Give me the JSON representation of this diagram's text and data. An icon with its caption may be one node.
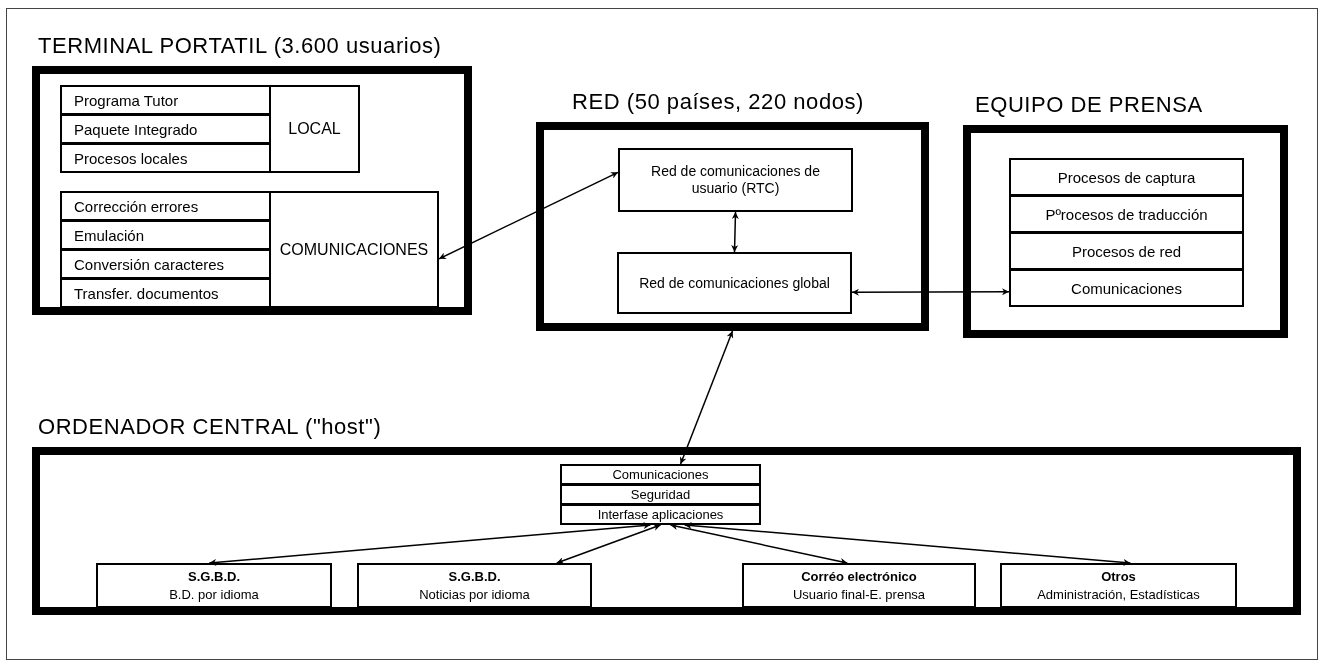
{
  "diagram": {
    "nodes": [
      {
        "text": [
          "TERMINAL PORTATIL (3.600 usuarios)"
        ]
      },
      {
        "text": [
          "LOCAL"
        ],
        "in": 0
      },
      {
        "text": [
          "Programa Tutor"
        ],
        "in": 1
      },
      {
        "text": [
          "Paquete Integrado"
        ],
        "in": 1
      },
      {
        "text": [
          "Procesos locales"
        ],
        "in": 1
      },
      {
        "text": [
          "COMUNICACIONES"
        ],
        "in": 0
      },
      {
        "text": [
          "Corrección errores"
        ],
        "in": 5
      },
      {
        "text": [
          "Emulación"
        ],
        "in": 5
      },
      {
        "text": [
          "Conversión caracteres"
        ],
        "in": 5
      },
      {
        "text": [
          "Transfer. documentos"
        ],
        "in": 5
      },
      {
        "text": [
          "RED (50 países, 220 nodos)"
        ]
      },
      {
        "text": [
          "Red de comunicaciones de usuario (RTC)"
        ],
        "in": 10
      },
      {
        "text": [
          "Red de comunicaciones global"
        ],
        "in": 10
      },
      {
        "text": [
          "EQUIPO DE PRENSA"
        ]
      },
      {
        "text": [
          "Procesos de captura"
        ],
        "in": 13
      },
      {
        "text": [
          "Pºrocesos de traducción"
        ],
        "in": 13
      },
      {
        "text": [
          "Procesos de red"
        ],
        "in": 13
      },
      {
        "text": [
          "Comunicaciones"
        ],
        "in": 13
      },
      {
        "text": [
          "ORDENADOR CENTRAL (\"host\")"
        ]
      },
      {
        "text": [],
        "shape": "box",
        "in": 18
      },
      {
        "text": [
          "Comunicaciones"
        ],
        "in": 19
      },
      {
        "text": [
          "Seguridad"
        ],
        "in": 19
      },
      {
        "text": [
          "Interfase aplicaciones"
        ],
        "in": 19
      },
      {
        "text": [
          "S.G.B.D.",
          "B.D. por idioma"
        ],
        "in": 18
      },
      {
        "text": [
          "S.G.B.D.",
          "Noticias por idioma"
        ],
        "in": 18
      },
      {
        "text": [
          "Corréo electrónico",
          "Usuario final-E. prensa"
        ],
        "in": 18
      },
      {
        "text": [
          "Otros",
          "Administración, Estadísticas"
        ],
        "in": 18
      }
    ],
    "edges": [
      {
        "from": 5,
        "to": 11,
        "arrow": "both"
      },
      {
        "from": 11,
        "to": 12,
        "arrow": "both"
      },
      {
        "from": 12,
        "to": 17,
        "arrow": "both"
      },
      {
        "from": 10,
        "to": 19,
        "arrow": "both"
      },
      {
        "from": 19,
        "to": 23,
        "arrow": "both"
      },
      {
        "from": 19,
        "to": 24,
        "arrow": "both"
      },
      {
        "from": 19,
        "to": 25,
        "arrow": "both"
      },
      {
        "from": 19,
        "to": 26,
        "arrow": "both"
      }
    ]
  }
}
